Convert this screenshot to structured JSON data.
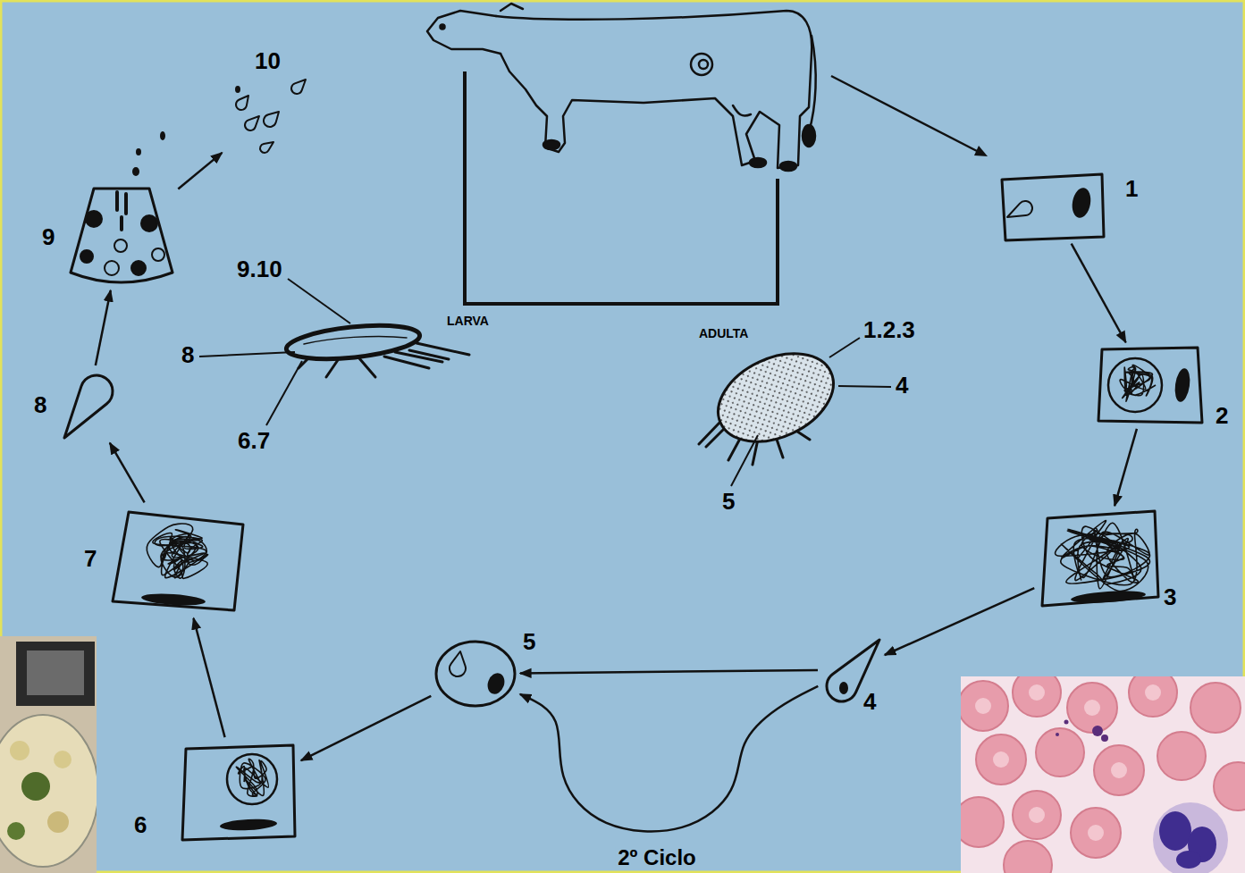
{
  "diagram": {
    "nodes": [
      {
        "text": [
          "1"
        ]
      },
      {
        "text": [
          "2"
        ]
      },
      {
        "text": [
          "3"
        ]
      },
      {
        "text": [
          "4"
        ]
      },
      {
        "text": [
          "5"
        ]
      },
      {
        "text": [
          "6"
        ]
      },
      {
        "text": [
          "7"
        ]
      },
      {
        "text": [
          "8"
        ]
      },
      {
        "text": [
          "9"
        ]
      },
      {
        "text": [
          "10"
        ]
      }
    ],
    "edges": [
      {
        "from": 0,
        "to": 1,
        "arrow": "to"
      },
      {
        "from": 1,
        "to": 2,
        "arrow": "to"
      },
      {
        "from": 2,
        "to": 3,
        "arrow": "to"
      },
      {
        "from": 3,
        "to": 4,
        "arrow": "to"
      },
      {
        "from": 3,
        "to": 4,
        "label": "2º Ciclo",
        "arrow": "to"
      },
      {
        "from": 4,
        "to": 5,
        "arrow": "to"
      },
      {
        "from": 5,
        "to": 6,
        "arrow": "to"
      },
      {
        "from": 6,
        "to": 7,
        "arrow": "to"
      },
      {
        "from": 7,
        "to": 8,
        "arrow": "to"
      },
      {
        "from": 8,
        "to": 9,
        "arrow": "to"
      }
    ],
    "labels": [
      "LARVA",
      "ADULTA",
      "1.2.3",
      "4",
      "5",
      "9.10",
      "8",
      "6.7"
    ]
  }
}
